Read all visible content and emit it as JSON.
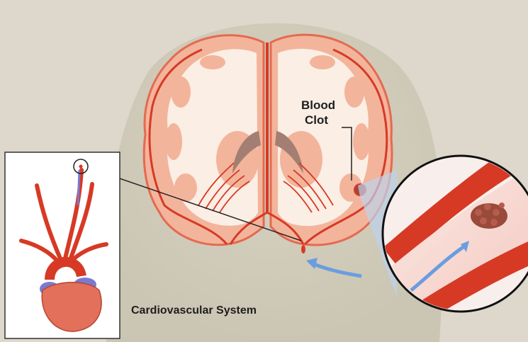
{
  "labels": {
    "blood_clot_line1": "Blood",
    "blood_clot_line2": "Clot",
    "cardiovascular_system": "Cardiovascular System"
  },
  "colors": {
    "background": "#ddd8cb",
    "head_silhouette": "#cdc7b6",
    "white_matter": "#fbeee4",
    "gray_matter": "#f3b49c",
    "artery": "#d63a25",
    "vein": "#7b79d0",
    "clot": "#9a4a3a",
    "flow_arrow": "#6a9de0"
  },
  "icons": {
    "flow_arrow": "curved-blue-arrow",
    "zoom_circle": "magnifier-circle"
  }
}
